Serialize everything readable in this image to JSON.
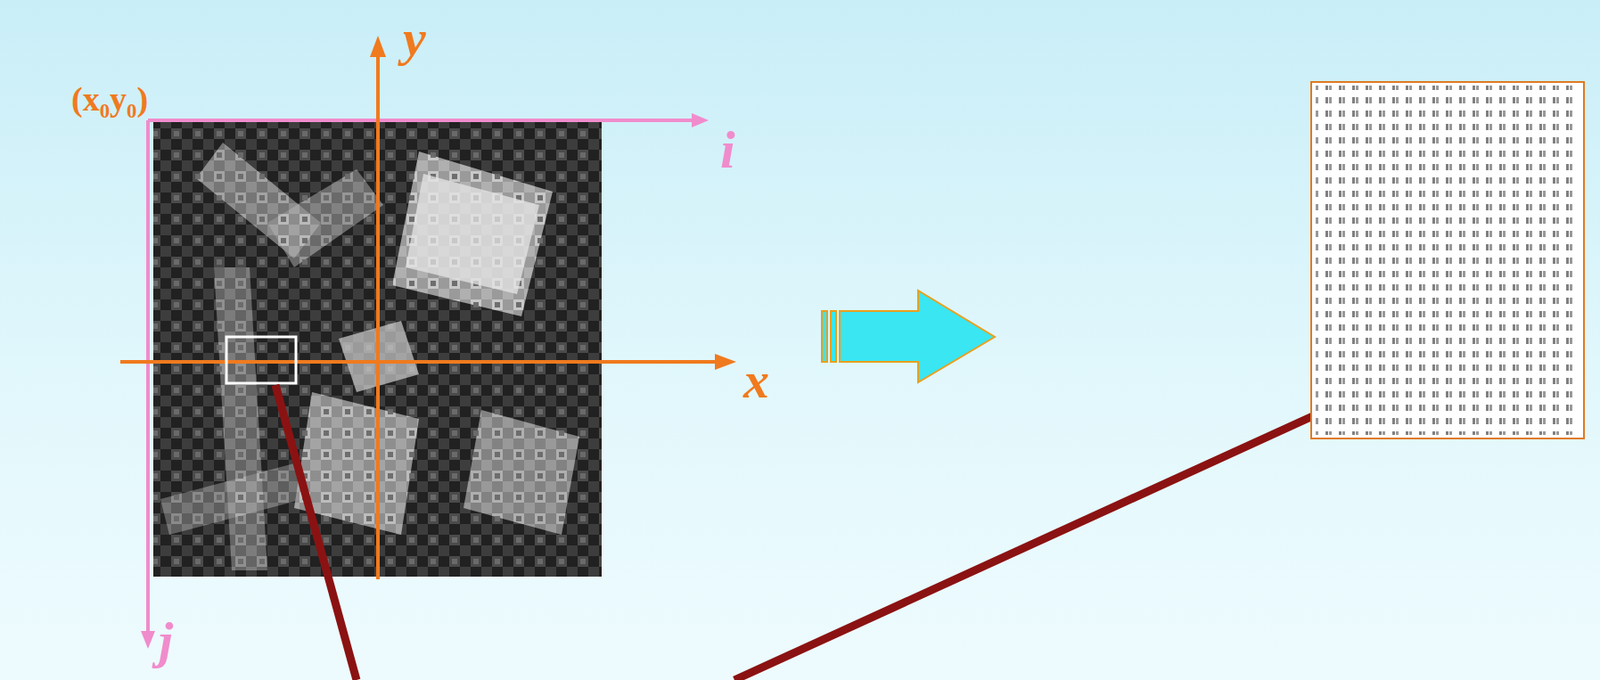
{
  "diagram": {
    "labels": [
      "(x₀y₀)",
      "y",
      "i",
      "x",
      "j"
    ]
  }
}
